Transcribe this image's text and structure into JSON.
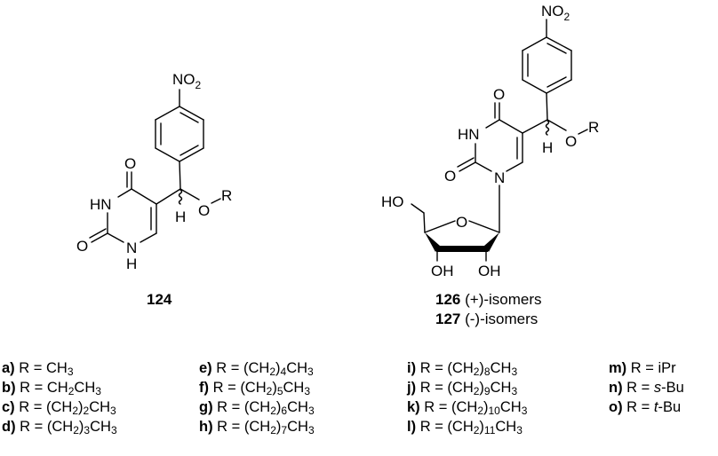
{
  "figure": {
    "structures": [
      {
        "id": "124",
        "label": "124",
        "caption": "",
        "atoms": {
          "nitro": "NO",
          "nitro_sub": "2",
          "o_carbonyl_4": "O",
          "o_carbonyl_2": "O",
          "hn": "HN",
          "n1": "N",
          "n1_h": "H",
          "ch_h": "H",
          "ether_o": "O",
          "r": "R"
        }
      },
      {
        "id": "126-127",
        "labels": [
          {
            "number": "126",
            "text": "(+)-isomers"
          },
          {
            "number": "127",
            "text": "(-)-isomers"
          }
        ],
        "atoms": {
          "nitro": "NO",
          "nitro_sub": "2",
          "o_carbonyl_4": "O",
          "o_carbonyl_2": "O",
          "hn": "HN",
          "n1": "N",
          "ch_h": "H",
          "ether_o": "O",
          "r": "R",
          "ring_o": "O",
          "ho": "HO",
          "oh_3": "OH",
          "oh_2": "OH"
        }
      }
    ],
    "substituents": {
      "columns": [
        [
          {
            "key": "a)",
            "parts": [
              [
                "t",
                "R = CH"
              ],
              [
                "s",
                "3"
              ]
            ]
          },
          {
            "key": "b)",
            "parts": [
              [
                "t",
                "R = CH"
              ],
              [
                "s",
                "2"
              ],
              [
                "t",
                "CH"
              ],
              [
                "s",
                "3"
              ]
            ]
          },
          {
            "key": "c)",
            "parts": [
              [
                "t",
                "R = (CH"
              ],
              [
                "s",
                "2"
              ],
              [
                "t",
                ")"
              ],
              [
                "s",
                "2"
              ],
              [
                "t",
                "CH"
              ],
              [
                "s",
                "3"
              ]
            ]
          },
          {
            "key": "d)",
            "parts": [
              [
                "t",
                "R = (CH"
              ],
              [
                "s",
                "2"
              ],
              [
                "t",
                ")"
              ],
              [
                "s",
                "3"
              ],
              [
                "t",
                "CH"
              ],
              [
                "s",
                "3"
              ]
            ]
          }
        ],
        [
          {
            "key": "e)",
            "parts": [
              [
                "t",
                "R = (CH"
              ],
              [
                "s",
                "2"
              ],
              [
                "t",
                ")"
              ],
              [
                "s",
                "4"
              ],
              [
                "t",
                "CH"
              ],
              [
                "s",
                "3"
              ]
            ]
          },
          {
            "key": "f)",
            "parts": [
              [
                "t",
                " R = (CH"
              ],
              [
                "s",
                "2"
              ],
              [
                "t",
                ")"
              ],
              [
                "s",
                "5"
              ],
              [
                "t",
                "CH"
              ],
              [
                "s",
                "3"
              ]
            ]
          },
          {
            "key": "g)",
            "parts": [
              [
                "t",
                "R = (CH"
              ],
              [
                "s",
                "2"
              ],
              [
                "t",
                ")"
              ],
              [
                "s",
                "6"
              ],
              [
                "t",
                "CH"
              ],
              [
                "s",
                "3"
              ]
            ]
          },
          {
            "key": "h)",
            "parts": [
              [
                "t",
                "R = (CH"
              ],
              [
                "s",
                "2"
              ],
              [
                "t",
                ")"
              ],
              [
                "s",
                "7"
              ],
              [
                "t",
                "CH"
              ],
              [
                "s",
                "3"
              ]
            ]
          }
        ],
        [
          {
            "key": "i)",
            "parts": [
              [
                "t",
                " R = (CH"
              ],
              [
                "s",
                "2"
              ],
              [
                "t",
                ")"
              ],
              [
                "s",
                "8"
              ],
              [
                "t",
                "CH"
              ],
              [
                "s",
                "3"
              ]
            ]
          },
          {
            "key": "j)",
            "parts": [
              [
                "t",
                " R = (CH"
              ],
              [
                "s",
                "2"
              ],
              [
                "t",
                ")"
              ],
              [
                "s",
                "9"
              ],
              [
                "t",
                "CH"
              ],
              [
                "s",
                "3"
              ]
            ]
          },
          {
            "key": "k)",
            "parts": [
              [
                "t",
                "R = (CH"
              ],
              [
                "s",
                "2"
              ],
              [
                "t",
                ")"
              ],
              [
                "s",
                "10"
              ],
              [
                "t",
                "CH"
              ],
              [
                "s",
                "3"
              ]
            ]
          },
          {
            "key": "l)",
            "parts": [
              [
                "t",
                " R = (CH"
              ],
              [
                "s",
                "2"
              ],
              [
                "t",
                ")"
              ],
              [
                "s",
                "11"
              ],
              [
                "t",
                "CH"
              ],
              [
                "s",
                "3"
              ]
            ]
          }
        ],
        [
          {
            "key": "m)",
            "parts": [
              [
                "t",
                "R = iPr"
              ]
            ]
          },
          {
            "key": "n)",
            "parts": [
              [
                "t",
                " R = "
              ],
              [
                "i",
                "s"
              ],
              [
                "t",
                "-Bu"
              ]
            ]
          },
          {
            "key": "o)",
            "parts": [
              [
                "t",
                " R = "
              ],
              [
                "i",
                "t"
              ],
              [
                "t",
                "-Bu"
              ]
            ]
          }
        ]
      ]
    }
  }
}
